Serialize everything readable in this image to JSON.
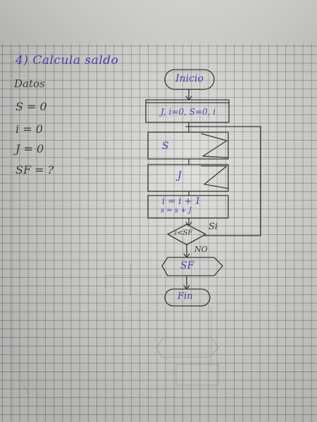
{
  "heading": {
    "title": "4) Calcula saldo"
  },
  "inputs": {
    "section": "Datos",
    "items": [
      "S = 0",
      "i = 0",
      "J = 0",
      "SF = ?"
    ]
  },
  "flowchart": {
    "start": "Inicio",
    "init": "J, i=0, S=0, i",
    "read_s": "S",
    "read_j": "J",
    "process_line1": "i = i + 1",
    "process_line2": "s = s + J",
    "decision": "i<SF",
    "yes_label": "Si",
    "no_label": "NO",
    "output": "SF",
    "end": "Fin"
  },
  "colors": {
    "ink_purple": "#4b3fa6",
    "pencil": "#3a3a3a",
    "paper": "#d9d9d6"
  }
}
